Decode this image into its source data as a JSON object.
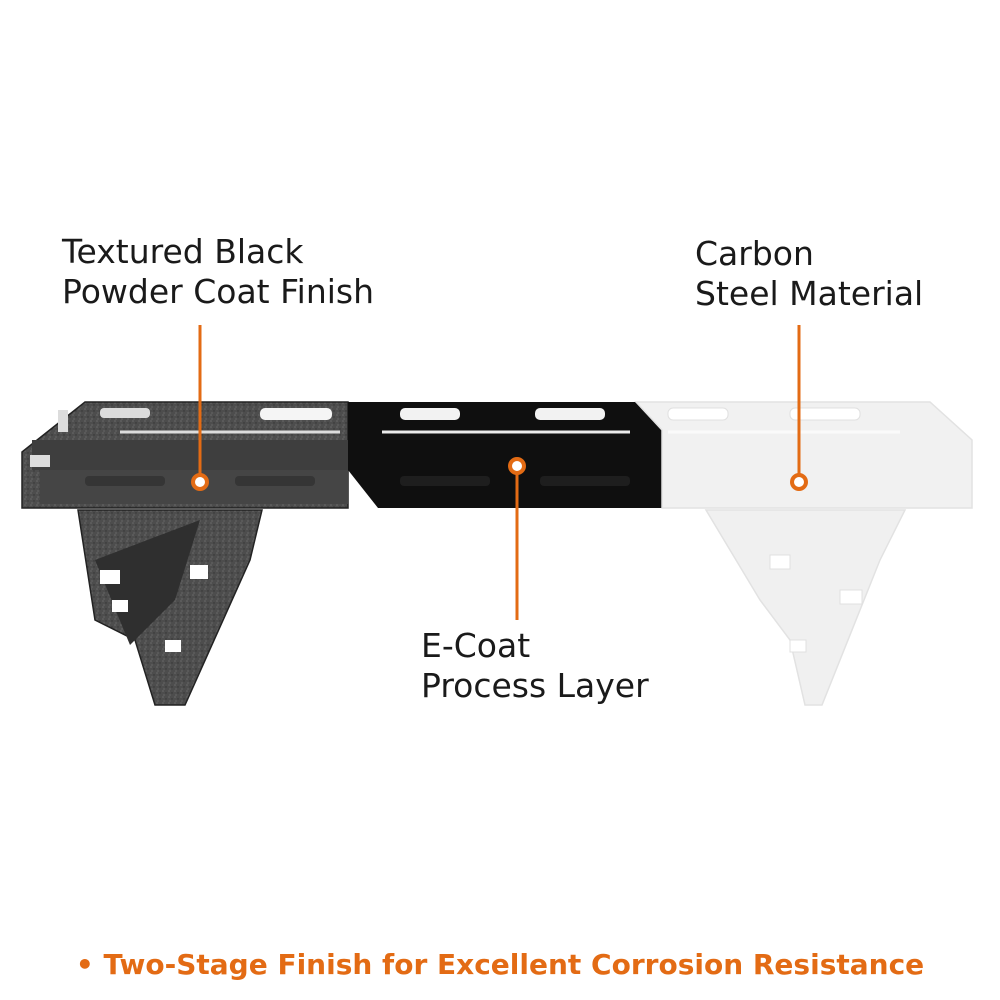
{
  "labels": {
    "powder_coat": {
      "line1": "Textured Black",
      "line2": "Powder Coat Finish"
    },
    "carbon_steel": {
      "line1": "Carbon",
      "line2": "Steel Material"
    },
    "e_coat": {
      "line1": "E-Coat",
      "line2": "Process Layer"
    }
  },
  "tagline": "• Two-Stage Finish for Excellent Corrosion Resistance",
  "colors": {
    "accent": "#e36b14",
    "powder_section": "#4a4a4a",
    "ecoat_section": "#111111",
    "steel_section": "#eeeeee"
  }
}
